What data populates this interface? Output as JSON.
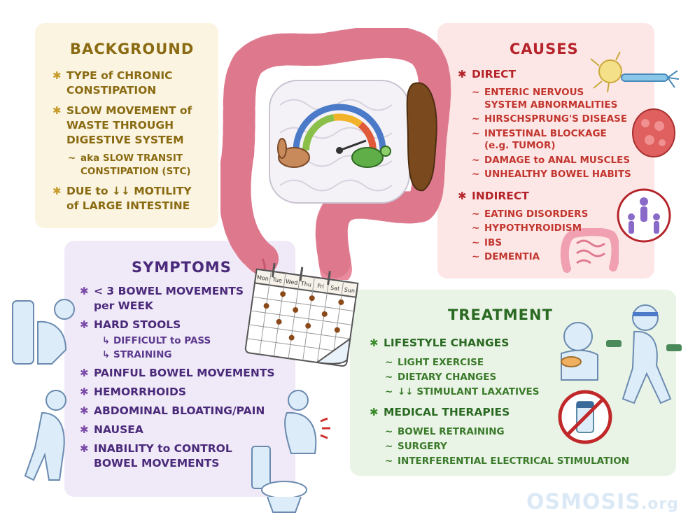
{
  "background": {
    "title": "BACKGROUND",
    "items": [
      {
        "lines": [
          "TYPE of CHRONIC",
          "CONSTIPATION"
        ]
      },
      {
        "lines": [
          "SLOW MOVEMENT of",
          "WASTE THROUGH",
          "DIGESTIVE SYSTEM"
        ]
      },
      {
        "sub_lines": [
          "aka SLOW TRANSIT",
          "CONSTIPATION (STC)"
        ]
      },
      {
        "lines": [
          "DUE to ↓↓ MOTILITY",
          "of LARGE INTESTINE"
        ]
      }
    ]
  },
  "causes": {
    "title": "CAUSES",
    "direct": {
      "label": "DIRECT",
      "items": [
        [
          "ENTERIC NERVOUS",
          "SYSTEM ABNORMALITIES"
        ],
        [
          "HIRSCHSPRUNG'S DISEASE"
        ],
        [
          "INTESTINAL BLOCKAGE",
          "(e.g. TUMOR)"
        ],
        [
          "DAMAGE to ANAL MUSCLES"
        ],
        [
          "UNHEALTHY BOWEL HABITS"
        ]
      ]
    },
    "indirect": {
      "label": "INDIRECT",
      "items": [
        [
          "EATING DISORDERS"
        ],
        [
          "HYPOTHYROIDISM"
        ],
        [
          "IBS"
        ],
        [
          "DEMENTIA"
        ]
      ]
    }
  },
  "symptoms": {
    "title": "SYMPTOMS",
    "items": [
      [
        "< 3 BOWEL MOVEMENTS",
        "per WEEK"
      ],
      [
        "HARD STOOLS"
      ],
      [
        "PAINFUL BOWEL MOVEMENTS"
      ],
      [
        "HEMORRHOIDS"
      ],
      [
        "ABDOMINAL BLOATING/PAIN"
      ],
      [
        "NAUSEA"
      ],
      [
        "INABILITY to CONTROL",
        "BOWEL MOVEMENTS"
      ]
    ],
    "hard_stools_subs": [
      "DIFFICULT to PASS",
      "STRAINING"
    ],
    "sub_marker": "↳"
  },
  "treatment": {
    "title": "TREATMENT",
    "lifestyle": {
      "label": "LIFESTYLE CHANGES",
      "items": [
        "LIGHT EXERCISE",
        "DIETARY CHANGES",
        "↓↓ STIMULANT LAXATIVES"
      ]
    },
    "medical": {
      "label": "MEDICAL THERAPIES",
      "items": [
        "BOWEL RETRAINING",
        "SURGERY",
        "INTERFERENTIAL ELECTRICAL STIMULATION"
      ]
    }
  },
  "calendar": {
    "days": [
      "Mon",
      "Tue",
      "Wed",
      "Thu",
      "Fri",
      "Sat",
      "Sun"
    ]
  },
  "markers": {
    "star": "✱",
    "tilde": "~"
  },
  "logo": {
    "name": "OSMOSIS",
    "suffix": ".org"
  },
  "colors": {
    "background_accent": "#8a6b12",
    "causes_accent": "#b5242a",
    "symptoms_accent": "#4a2a7a",
    "treatment_accent": "#2a6a22",
    "colon_pink": "#e98a9e",
    "stool_brown": "#7a4a1e"
  }
}
